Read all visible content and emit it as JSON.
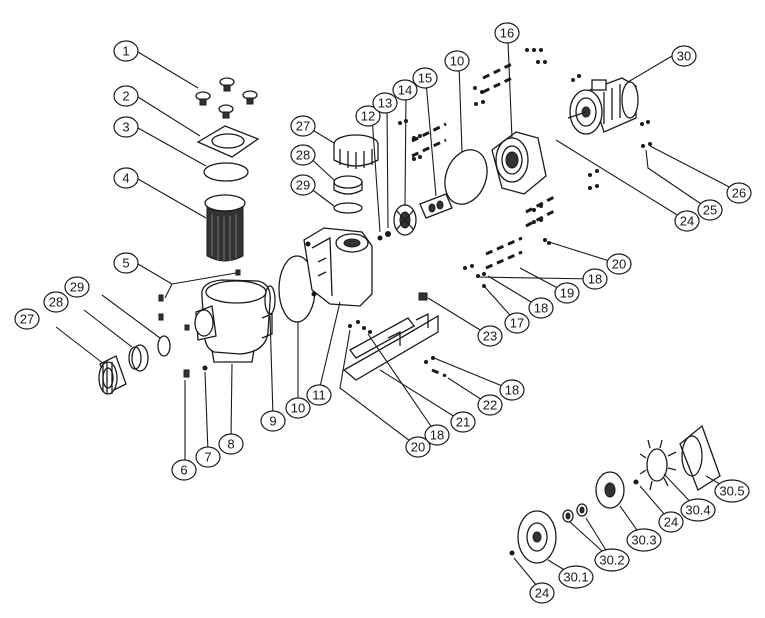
{
  "diagram": {
    "callouts": [
      {
        "id": "c1",
        "label": "1"
      },
      {
        "id": "c2",
        "label": "2"
      },
      {
        "id": "c3",
        "label": "3"
      },
      {
        "id": "c4",
        "label": "4"
      },
      {
        "id": "c5",
        "label": "5"
      },
      {
        "id": "c6",
        "label": "6"
      },
      {
        "id": "c7",
        "label": "7"
      },
      {
        "id": "c8",
        "label": "8"
      },
      {
        "id": "c9",
        "label": "9"
      },
      {
        "id": "c10a",
        "label": "10"
      },
      {
        "id": "c10b",
        "label": "10"
      },
      {
        "id": "c11",
        "label": "11"
      },
      {
        "id": "c12",
        "label": "12"
      },
      {
        "id": "c13",
        "label": "13"
      },
      {
        "id": "c14",
        "label": "14"
      },
      {
        "id": "c15",
        "label": "15"
      },
      {
        "id": "c16",
        "label": "16"
      },
      {
        "id": "c17",
        "label": "17"
      },
      {
        "id": "c18a",
        "label": "18"
      },
      {
        "id": "c18b",
        "label": "18"
      },
      {
        "id": "c18c",
        "label": "18"
      },
      {
        "id": "c18d",
        "label": "18"
      },
      {
        "id": "c19",
        "label": "19"
      },
      {
        "id": "c20a",
        "label": "20"
      },
      {
        "id": "c20b",
        "label": "20"
      },
      {
        "id": "c21",
        "label": "21"
      },
      {
        "id": "c22",
        "label": "22"
      },
      {
        "id": "c23",
        "label": "23"
      },
      {
        "id": "c24a",
        "label": "24"
      },
      {
        "id": "c24b",
        "label": "24"
      },
      {
        "id": "c24c",
        "label": "24"
      },
      {
        "id": "c25",
        "label": "25"
      },
      {
        "id": "c26",
        "label": "26"
      },
      {
        "id": "c27a",
        "label": "27"
      },
      {
        "id": "c27b",
        "label": "27"
      },
      {
        "id": "c28a",
        "label": "28"
      },
      {
        "id": "c28b",
        "label": "28"
      },
      {
        "id": "c29a",
        "label": "29"
      },
      {
        "id": "c29b",
        "label": "29"
      },
      {
        "id": "c30",
        "label": "30"
      },
      {
        "id": "c30_1",
        "label": "30.1"
      },
      {
        "id": "c30_2",
        "label": "30.2"
      },
      {
        "id": "c30_3",
        "label": "30.3"
      },
      {
        "id": "c30_4",
        "label": "30.4"
      },
      {
        "id": "c30_5",
        "label": "30.5"
      }
    ]
  }
}
